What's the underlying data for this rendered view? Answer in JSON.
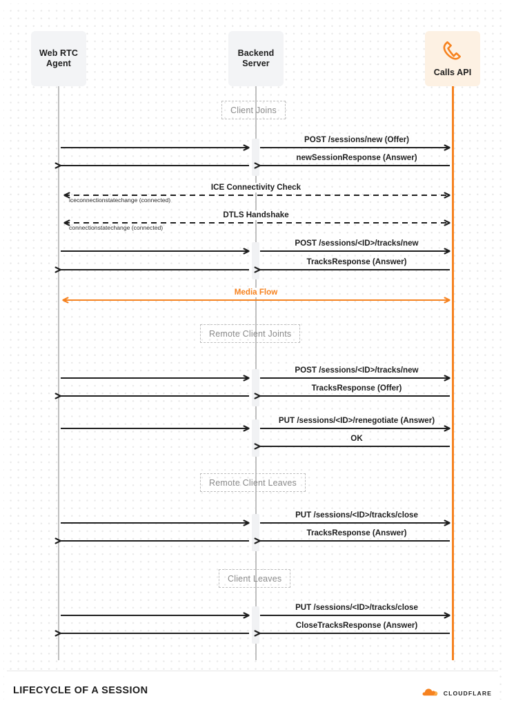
{
  "diagram": {
    "footer_title": "LIFECYCLE OF A SESSION",
    "brand_name": "CLOUDFLARE",
    "accent_color": "#f6821f",
    "lifeline_color": "#bfbfbf",
    "actor_box_color": "#f3f4f6",
    "accent_box_color": "#fdf1e3"
  },
  "actors": [
    {
      "id": "webrtc",
      "label": "Web RTC\nAgent",
      "icon": "none",
      "style": "plain"
    },
    {
      "id": "backend",
      "label": "Backend\nServer",
      "icon": "none",
      "style": "plain"
    },
    {
      "id": "calls",
      "label": "Calls API",
      "icon": "phone-icon",
      "style": "accent"
    }
  ],
  "sections": [
    {
      "id": "client-joins",
      "label": "Client Joins"
    },
    {
      "id": "remote-client-joints",
      "label": "Remote Client Joints"
    },
    {
      "id": "remote-client-leaves",
      "label": "Remote Client Leaves"
    },
    {
      "id": "client-leaves",
      "label": "Client Leaves"
    }
  ],
  "messages": [
    {
      "id": "m1",
      "label": "POST /sessions/new (Offer)",
      "sub": "",
      "style": "solid",
      "color": "dark"
    },
    {
      "id": "m2",
      "label": "newSessionResponse (Answer)",
      "sub": "",
      "style": "solid",
      "color": "dark"
    },
    {
      "id": "m3",
      "label": "ICE Connectivity Check",
      "sub": "iceconnectionstatechange (connected)",
      "style": "dashed",
      "color": "dark"
    },
    {
      "id": "m4",
      "label": "DTLS Handshake",
      "sub": "connectionstatechange (connected)",
      "style": "dashed",
      "color": "dark"
    },
    {
      "id": "m5",
      "label": "POST /sessions/<ID>/tracks/new",
      "sub": "",
      "style": "solid",
      "color": "dark"
    },
    {
      "id": "m6",
      "label": "TracksResponse (Answer)",
      "sub": "",
      "style": "solid",
      "color": "dark"
    },
    {
      "id": "m7",
      "label": "Media Flow",
      "sub": "",
      "style": "solid",
      "color": "accent"
    },
    {
      "id": "m8",
      "label": "POST /sessions/<ID>/tracks/new",
      "sub": "",
      "style": "solid",
      "color": "dark"
    },
    {
      "id": "m9",
      "label": "TracksResponse (Offer)",
      "sub": "",
      "style": "solid",
      "color": "dark"
    },
    {
      "id": "m10",
      "label": "PUT /sessions/<ID>/renegotiate (Answer)",
      "sub": "",
      "style": "solid",
      "color": "dark"
    },
    {
      "id": "m11",
      "label": "OK",
      "sub": "",
      "style": "solid",
      "color": "dark"
    },
    {
      "id": "m12",
      "label": "PUT /sessions/<ID>/tracks/close",
      "sub": "",
      "style": "solid",
      "color": "dark"
    },
    {
      "id": "m13",
      "label": "TracksResponse (Answer)",
      "sub": "",
      "style": "solid",
      "color": "dark"
    },
    {
      "id": "m14",
      "label": "PUT /sessions/<ID>/tracks/close",
      "sub": "",
      "style": "solid",
      "color": "dark"
    },
    {
      "id": "m15",
      "label": "CloseTracksResponse (Answer)",
      "sub": "",
      "style": "solid",
      "color": "dark"
    }
  ]
}
